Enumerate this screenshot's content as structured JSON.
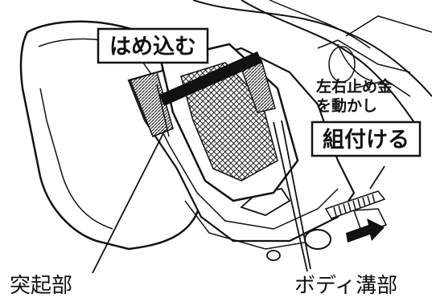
{
  "labels": {
    "insert": "はめ込む",
    "move_line1": "左右止め金",
    "move_line2": "を動かし",
    "attach": "組付ける",
    "protrusion": "突起部",
    "body_groove": "ボディ溝部"
  }
}
